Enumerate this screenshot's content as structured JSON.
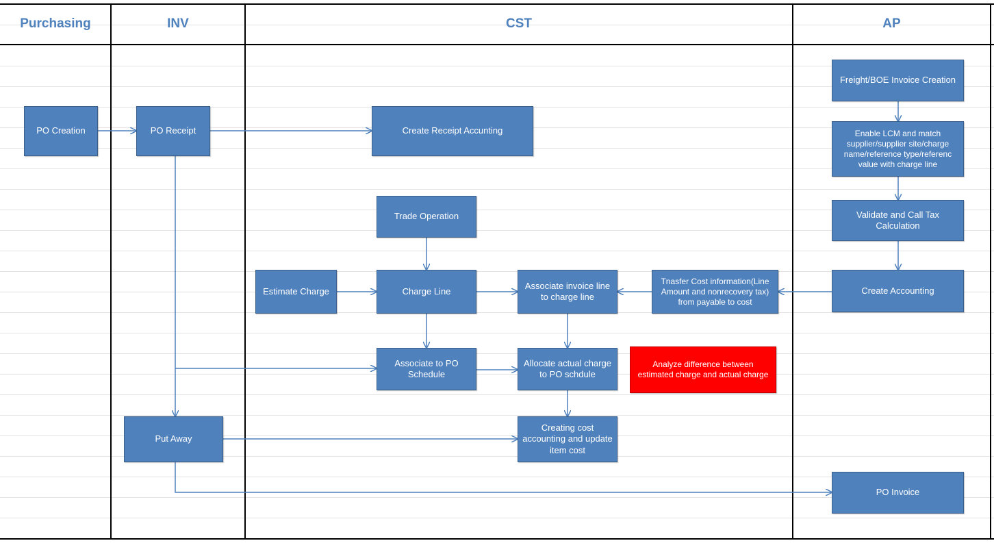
{
  "lanes": {
    "purchasing": "Purchasing",
    "inv": "INV",
    "cst": "CST",
    "ap": "AP"
  },
  "nodes": {
    "po_creation": "PO Creation",
    "po_receipt": "PO  Receipt",
    "create_receipt_accounting": "Create  Receipt Accunting",
    "trade_operation": "Trade Operation",
    "estimate_charge": "Estimate Charge",
    "charge_line": "Charge Line",
    "associate_invoice_line": "Associate invoice line to charge line",
    "transfer_cost_info": "Tnasfer Cost information(Line Amount and nonrecovery tax) from payable to  cost",
    "associate_po_schedule": "Associate to PO Schedule",
    "allocate_actual_charge": "Allocate actual charge to PO schdule",
    "analyze_difference": "Analyze difference between estimated charge and actual charge",
    "put_away": "Put Away",
    "creating_cost_accounting": "Creating cost accounting and update item cost",
    "freight_boe_invoice": "Freight/BOE Invoice Creation",
    "enable_lcm": "Enable LCM and match supplier/supplier site/charge name/reference type/referenc value with charge line",
    "validate_tax": "Validate and Call Tax Calculation",
    "create_accounting": "Create Accounting",
    "po_invoice": "PO Invoice"
  },
  "colors": {
    "box_fill": "#4f81bd",
    "box_border": "#395e8c",
    "highlight_fill": "#ff0000",
    "connector": "#4f81bd",
    "lane_title": "#4f81bd"
  }
}
